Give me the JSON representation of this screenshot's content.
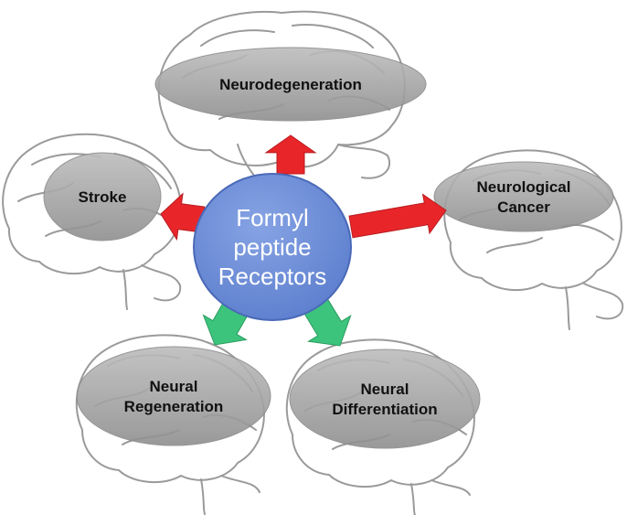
{
  "center": {
    "lines": [
      "Formyl",
      "peptide",
      "Receptors"
    ]
  },
  "outcomes": [
    {
      "id": "neurodegeneration",
      "lines": [
        "Neurodegeneration"
      ],
      "effect": "negative"
    },
    {
      "id": "stroke",
      "lines": [
        "Stroke"
      ],
      "effect": "negative"
    },
    {
      "id": "neurological-cancer",
      "lines": [
        "Neurological",
        "Cancer"
      ],
      "effect": "negative"
    },
    {
      "id": "neural-regeneration",
      "lines": [
        "Neural",
        "Regeneration"
      ],
      "effect": "positive"
    },
    {
      "id": "neural-differentiation",
      "lines": [
        "Neural",
        "Differentiation"
      ],
      "effect": "positive"
    }
  ],
  "colors": {
    "negative_arrow": "#e8262a",
    "positive_arrow": "#3cc47c",
    "center_fill": "#6f8fd6",
    "center_text": "#ffffff",
    "label_fill": "#a7a7a7",
    "label_text": "#111111",
    "brain_outline": "#9a9a9a"
  }
}
